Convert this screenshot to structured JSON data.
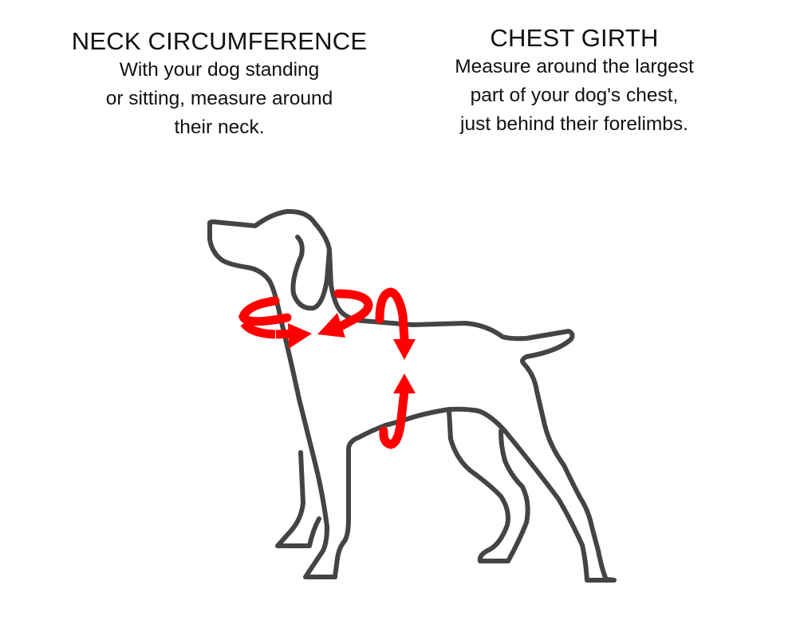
{
  "neck": {
    "title": "NECK CIRCUMFERENCE",
    "lines": [
      "With your dog standing",
      "or sitting, measure around",
      "their neck."
    ]
  },
  "chest": {
    "title": "CHEST GIRTH",
    "lines": [
      "Measure around the largest",
      "part of your dog's chest,",
      "just behind their forelimbs."
    ]
  },
  "colors": {
    "outline": "#444444",
    "arrow": "#ff0000"
  }
}
